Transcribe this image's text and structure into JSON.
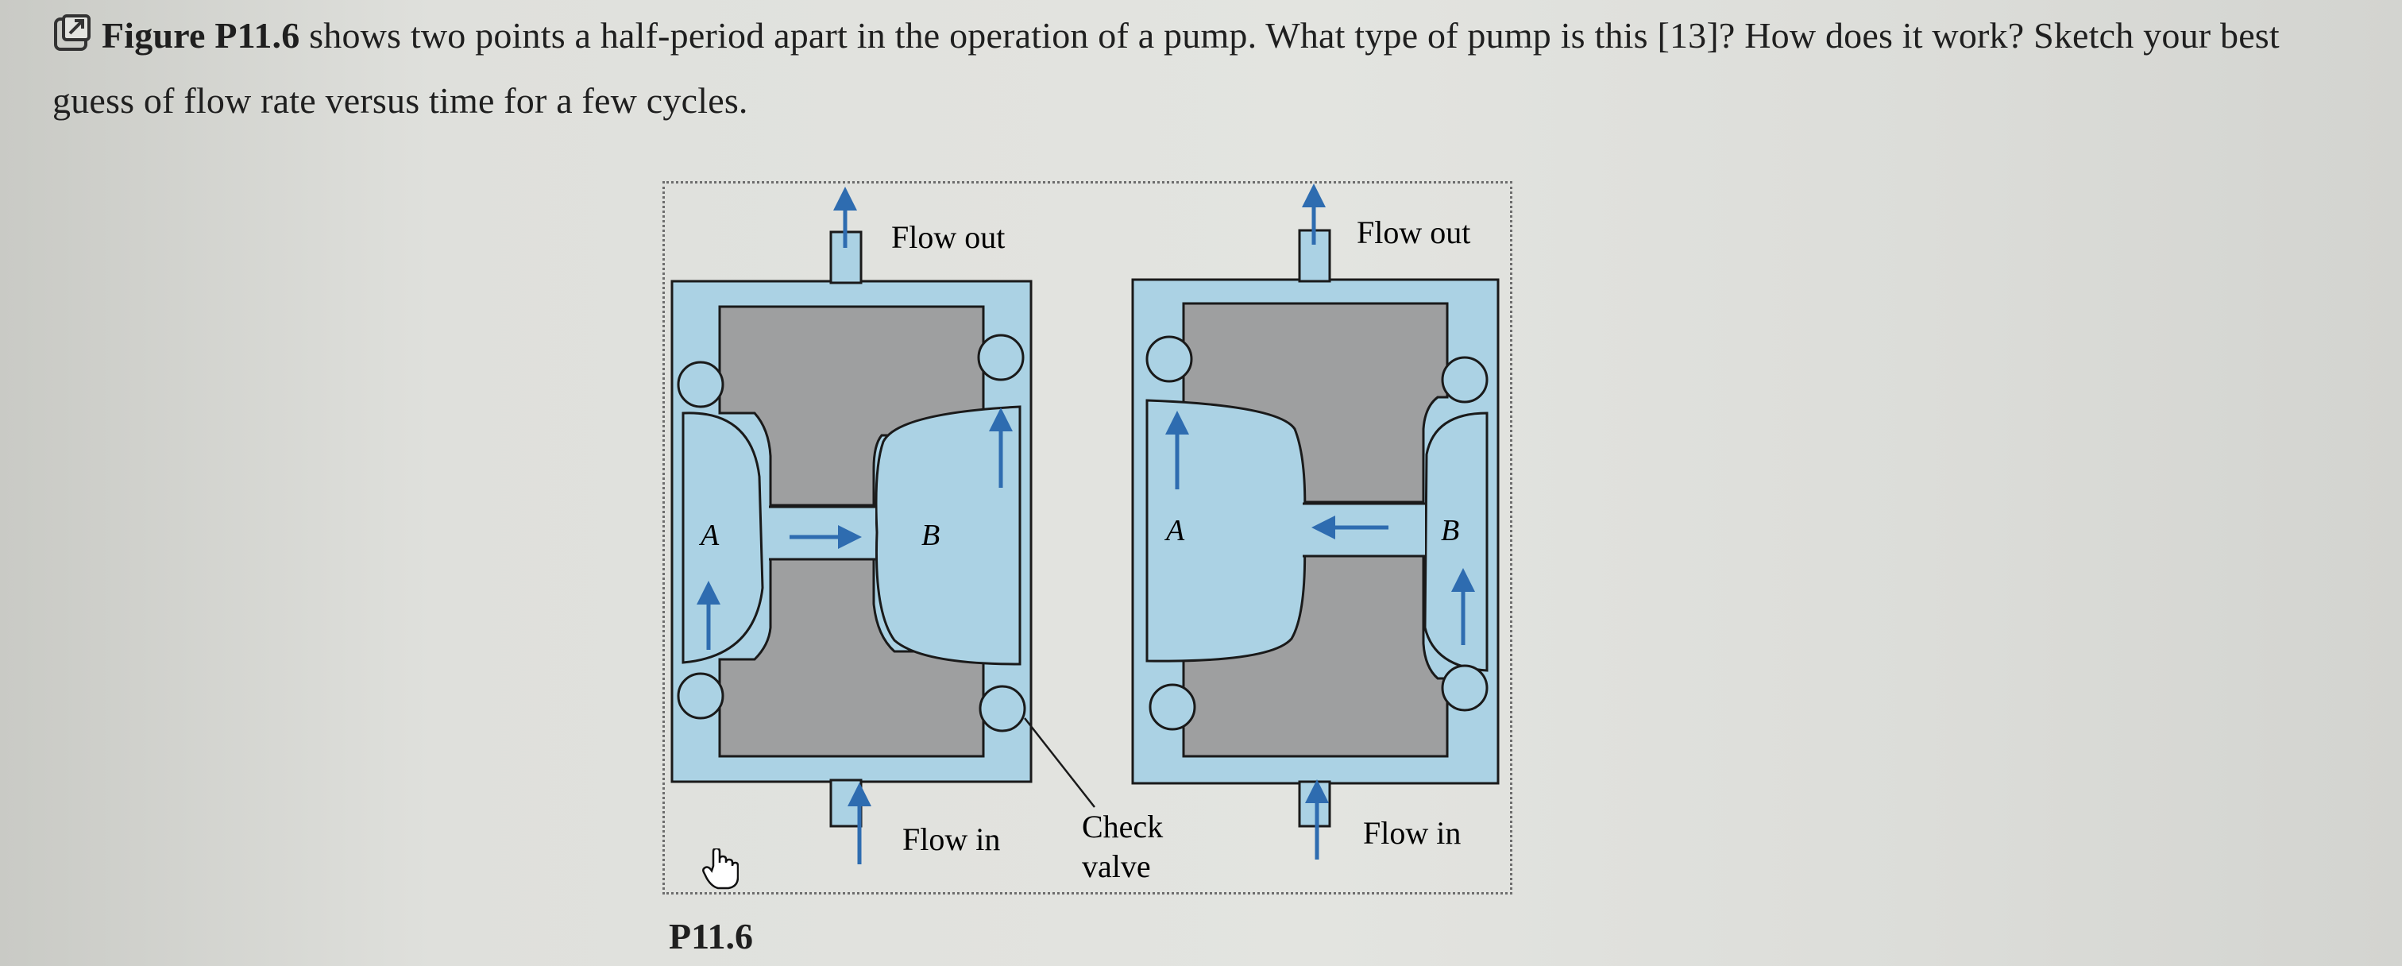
{
  "problem": {
    "lead": "Figure P11.6",
    "text": " shows two points a half-period apart in the operation of a pump. What type of pump is this [13]? How does it work? Sketch your best guess of flow rate versus time for a few cycles."
  },
  "figure": {
    "labels": {
      "flow_out_left": "Flow out",
      "flow_out_right": "Flow out",
      "flow_in_left": "Flow in",
      "flow_in_right": "Flow in",
      "check_line1": "Check",
      "check_line2": "valve",
      "a_left": "A",
      "b_left": "B",
      "a_right": "A",
      "b_right": "B"
    },
    "caption": "P11.6"
  },
  "colors": {
    "fluid": "#abd2e4",
    "body": "#9e9fa0",
    "arrow": "#2e6cb0",
    "outline": "#1a1a1a"
  },
  "icons": [
    "external-link-icon",
    "pointer-hand-icon"
  ]
}
